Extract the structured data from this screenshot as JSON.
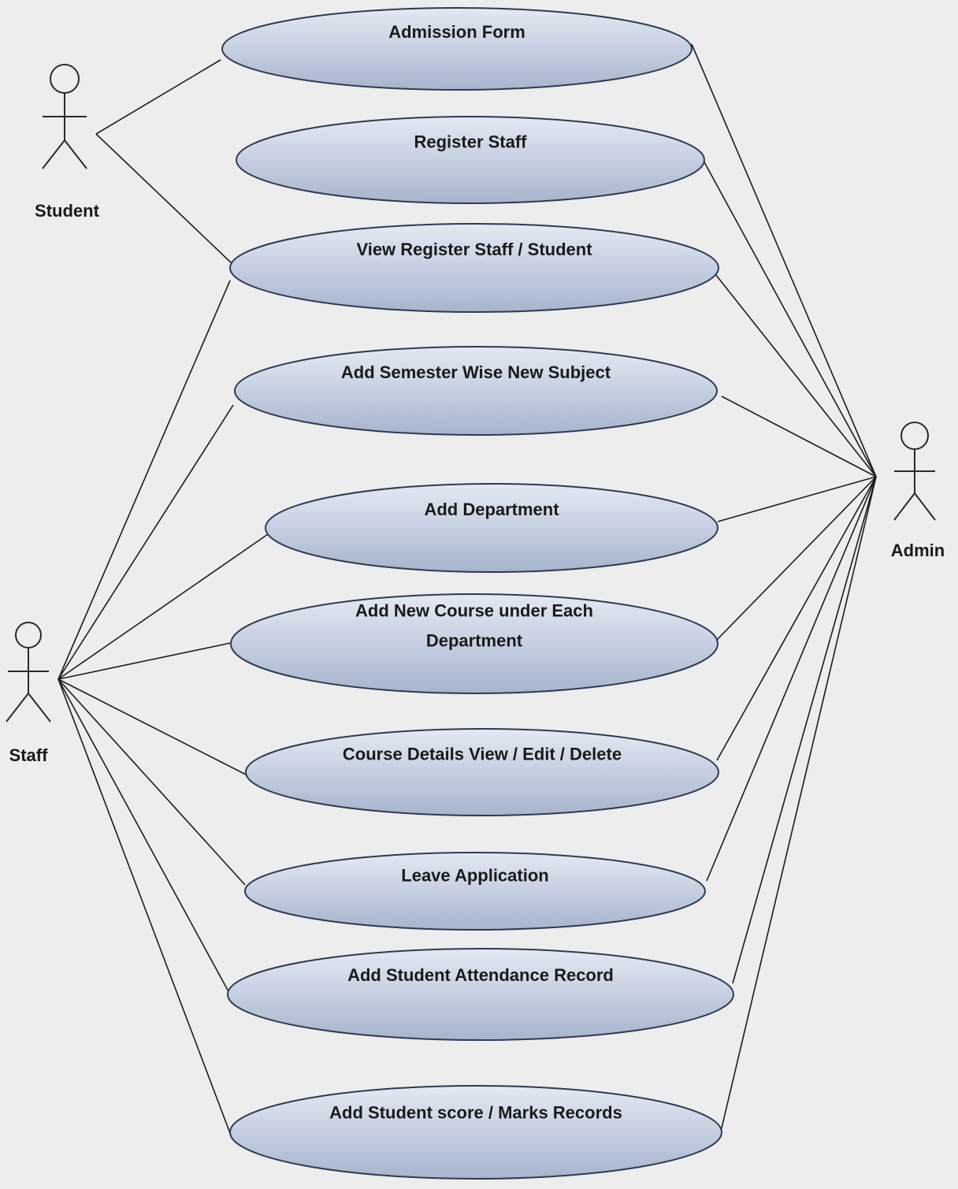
{
  "diagram": {
    "actors": {
      "student": "Student",
      "staff": "Staff",
      "admin": "Admin"
    },
    "use_cases": [
      {
        "id": "admission-form",
        "lines": [
          "Admission Form"
        ],
        "actors": [
          "student",
          "admin"
        ]
      },
      {
        "id": "register-staff",
        "lines": [
          "Register Staff"
        ],
        "actors": [
          "admin"
        ]
      },
      {
        "id": "view-register-staff-student",
        "lines": [
          "View Register Staff / Student"
        ],
        "actors": [
          "student",
          "staff",
          "admin"
        ]
      },
      {
        "id": "add-semester-wise-new-subject",
        "lines": [
          "Add Semester Wise New Subject"
        ],
        "actors": [
          "staff",
          "admin"
        ]
      },
      {
        "id": "add-department",
        "lines": [
          "Add Department"
        ],
        "actors": [
          "staff",
          "admin"
        ]
      },
      {
        "id": "add-new-course-under-each-department",
        "lines": [
          "Add New Course under Each",
          "Department"
        ],
        "actors": [
          "staff",
          "admin"
        ]
      },
      {
        "id": "course-details-view-edit-delete",
        "lines": [
          "Course Details View / Edit / Delete"
        ],
        "actors": [
          "staff",
          "admin"
        ]
      },
      {
        "id": "leave-application",
        "lines": [
          "Leave Application"
        ],
        "actors": [
          "staff",
          "admin"
        ]
      },
      {
        "id": "add-student-attendance-record",
        "lines": [
          "Add Student Attendance Record"
        ],
        "actors": [
          "staff",
          "admin"
        ]
      },
      {
        "id": "add-student-score-marks-records",
        "lines": [
          "Add Student score / Marks Records"
        ],
        "actors": [
          "staff",
          "admin"
        ]
      }
    ]
  }
}
